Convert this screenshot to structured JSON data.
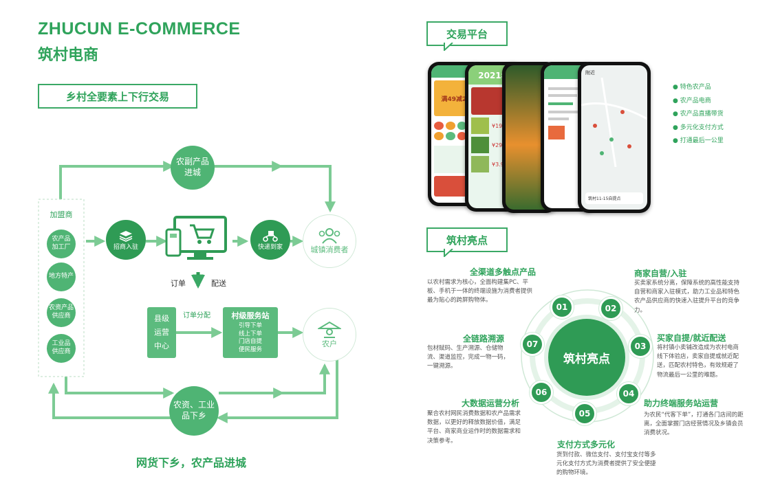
{
  "header": {
    "title_en": "ZHUCUN E-COMMERCE",
    "title_cn": "筑村电商"
  },
  "left": {
    "section_title": "乡村全要素上下行交易",
    "franchise": {
      "title": "加盟商",
      "items": [
        "农产品\n加工厂",
        "地方特产",
        "农资产品\n供应商",
        "工业品\n供应商"
      ]
    },
    "top_circle": "农副产品\n进城",
    "bottom_circle": "农资、工业\n品下乡",
    "merchant": "招商入驻",
    "delivery": "快递到家",
    "urban": "城镇消费者",
    "orders": "订单",
    "dispatch": "配送",
    "county": "县级\n运营\n中心",
    "allocation": "订单分配",
    "station": {
      "title": "村级服务站",
      "items": [
        "引导下单",
        "线上下单",
        "门店自提",
        "便民服务"
      ]
    },
    "farmer": "农户",
    "slogan": "网货下乡，农产品进城"
  },
  "right": {
    "trade_title": "交易平台",
    "bullets": [
      "特色农产品",
      "农产品电商",
      "农产品直播带货",
      "多元化支付方式",
      "打通最后一公里"
    ],
    "highlights_title": "筑村亮点",
    "center_label": "筑村亮点",
    "highlights": [
      {
        "num": "01",
        "title": "全渠道多触点产品",
        "desc": "以农村需求为核心，全面构建集PC、平板、手机于一体的终端设施为消费者提供最为贴心的跨屏购物体。"
      },
      {
        "num": "02",
        "title": "商家自营/入驻",
        "desc": "买卖家系统分离，保障系统的高性能支持自营和商家入驻模式，助力工业品和特色农产品供应商的快速入驻提升平台的竞争力。"
      },
      {
        "num": "03",
        "title": "买家自提/就近配送",
        "desc": "将村镇小卖铺改造成为农村电商线下体验店，卖家自提或就近配送，匹配农村特色，有效规避了物流最后一公里的难题。"
      },
      {
        "num": "04",
        "title": "助力终端服务站运营",
        "desc": "为农民“代客下单”，打通各门店间的距离，全面掌握门店经营情况及乡镇会员消费状况。"
      },
      {
        "num": "05",
        "title": "支付方式多元化",
        "desc": "货到付款、微信支付、支付宝支付等多元化支付方式为消费者提供了安全便捷的购物环境。"
      },
      {
        "num": "06",
        "title": "大数据运营分析",
        "desc": "聚合农村网民消费数据和农产品需求数据，以更好的释放数据价值，满足平台、商家商业运作时的数据需求和决策参考。"
      },
      {
        "num": "07",
        "title": "全链路溯源",
        "desc": "包材赋码、生产溯源、仓储物流、渠道监控，完成一物一码，一键溯源。"
      }
    ]
  },
  "phones": {
    "p1_banner": "满49减20",
    "p2_banner": "2021年",
    "p2_prices": [
      "¥19.9",
      "¥29.9",
      "¥3.9"
    ],
    "p5_header": "附近",
    "p5_shop": "筑村11-15自提点"
  },
  "colors": {
    "green": "#2fa35b",
    "light_green": "#5cbb7e",
    "arrow_green": "#7ccb94"
  }
}
